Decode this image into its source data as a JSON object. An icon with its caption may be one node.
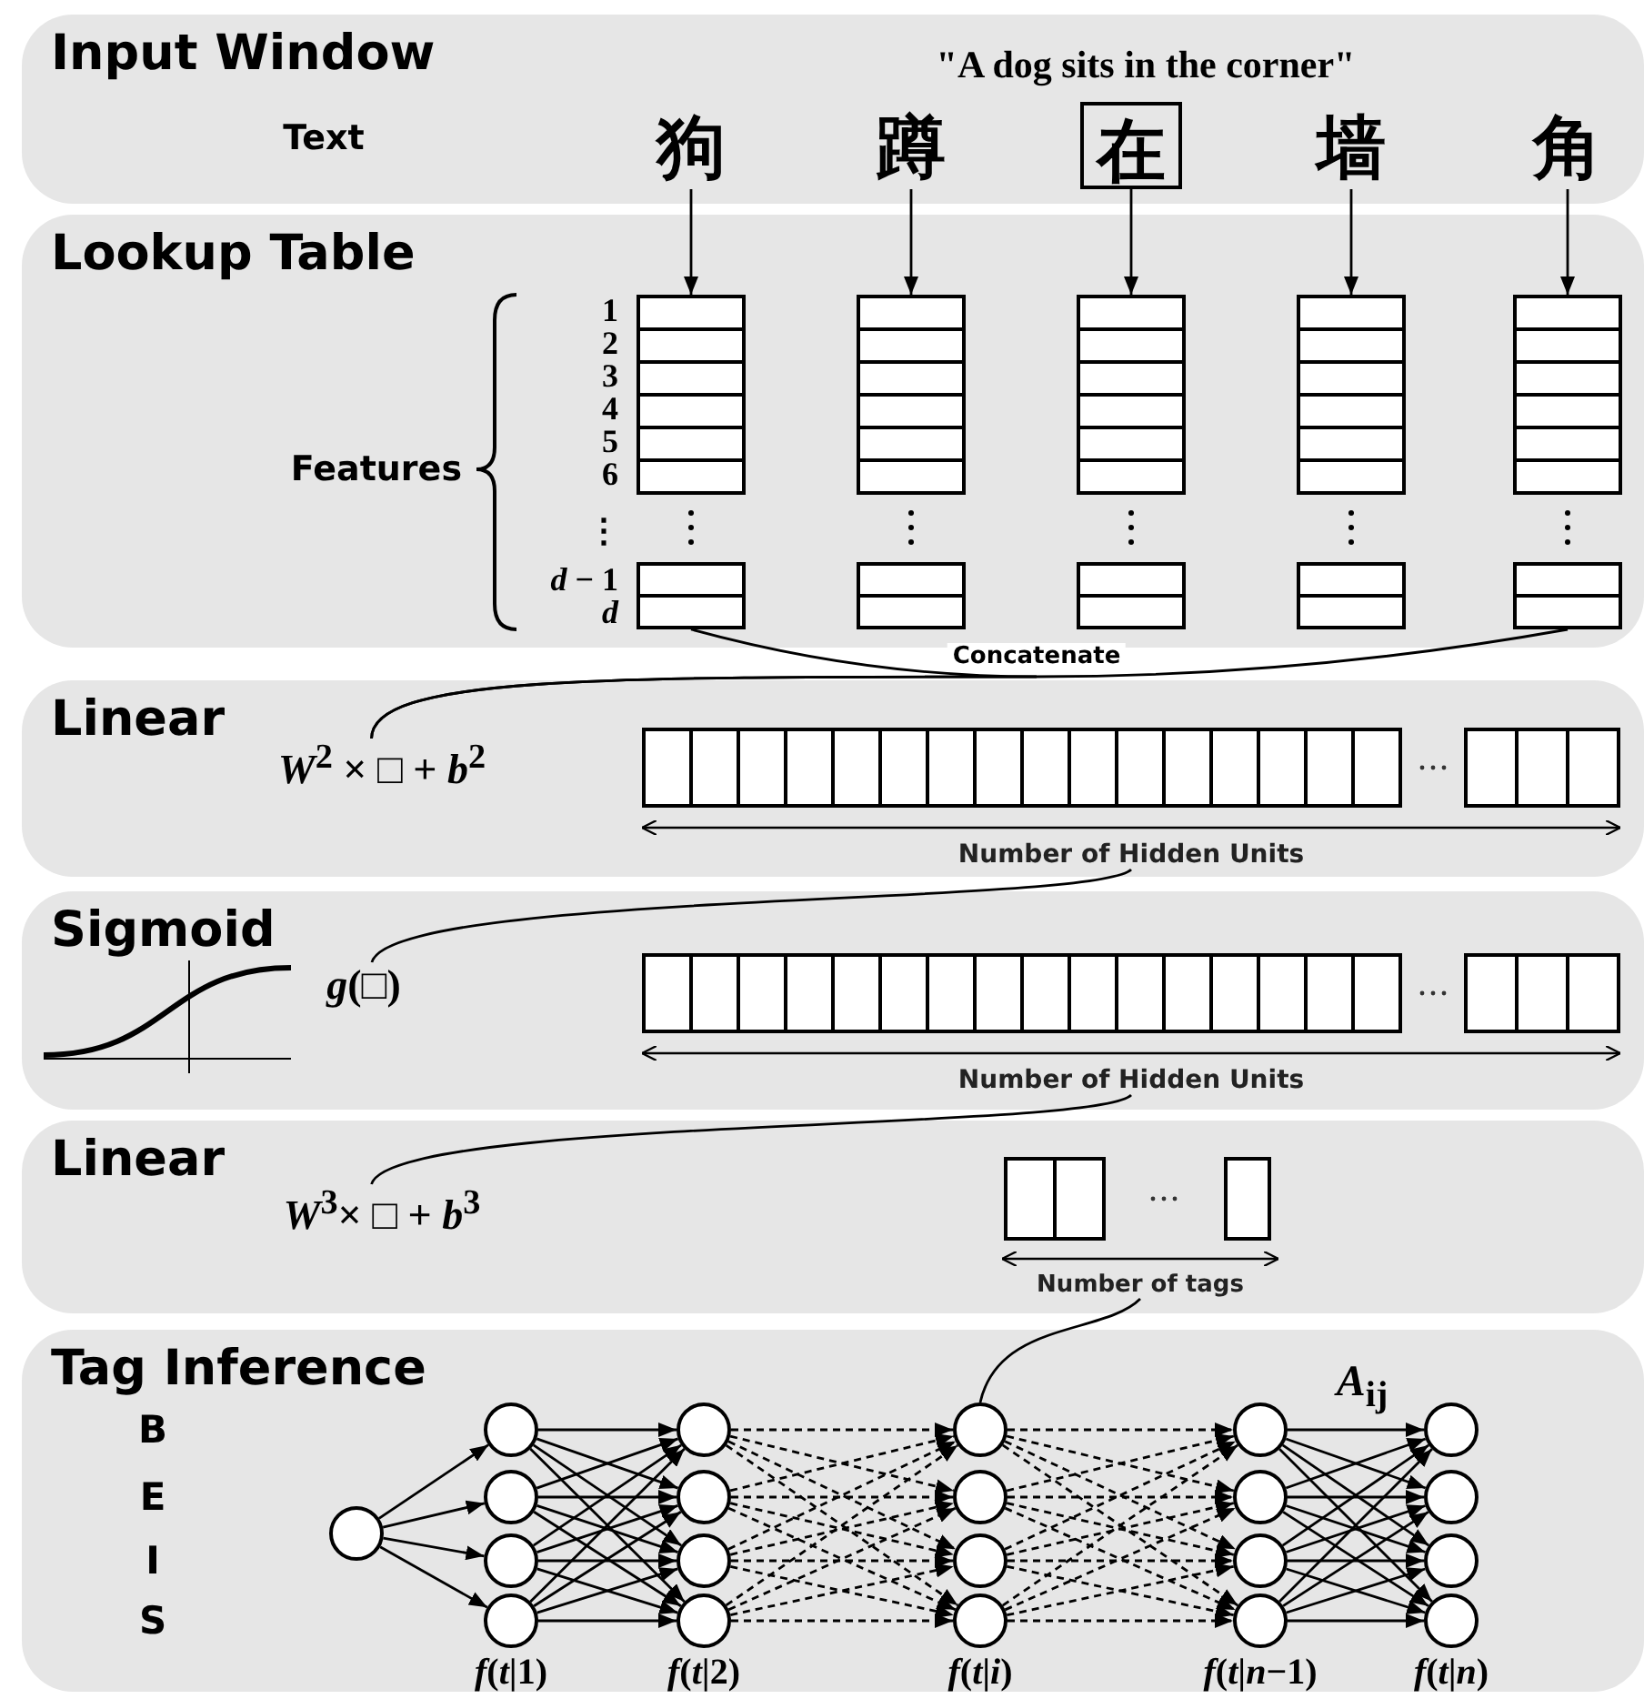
{
  "diagram": {
    "nodes": [
      {
        "text": [
          "Input Window",
          "\"A dog sits in the corner\"",
          "Text"
        ]
      },
      {
        "text": [
          "狗"
        ],
        "in": 0
      },
      {
        "text": [
          "蹲"
        ],
        "in": 0
      },
      {
        "text": [
          "在"
        ],
        "in": 0
      },
      {
        "text": [
          "墙"
        ],
        "in": 0
      },
      {
        "text": [
          "角"
        ],
        "in": 0
      },
      {
        "text": [
          "Lookup Table",
          "Features"
        ]
      },
      {
        "text": [],
        "shape": "box",
        "in": 6,
        "beside": [
          "1",
          "2",
          "3",
          "4",
          "5",
          "6",
          "⋮",
          "*d* − 1",
          "*d*"
        ]
      },
      {
        "text": [],
        "shape": "box",
        "in": 6
      },
      {
        "text": [],
        "shape": "box",
        "in": 6
      },
      {
        "text": [],
        "shape": "box",
        "in": 6
      },
      {
        "text": [],
        "shape": "box",
        "in": 6
      },
      {
        "text": [
          "Linear"
        ]
      },
      {
        "text": [
          "*W*$^{2}$ × □ + *b*$^{2}$"
        ],
        "in": 12
      },
      {
        "text": [
          "Number of Hidden Units"
        ],
        "in": 12
      },
      {
        "text": [
          "Sigmoid"
        ]
      },
      {
        "text": [
          "*g*(□)"
        ],
        "in": 15
      },
      {
        "text": [
          "Number of Hidden Units"
        ],
        "in": 15
      },
      {
        "text": [
          "Linear"
        ]
      },
      {
        "text": [
          "*W*$^{3}$× □ + *b*$^{3}$"
        ],
        "in": 18
      },
      {
        "text": [
          "Number of tags"
        ],
        "in": 18
      },
      {
        "text": [
          "Tag Inference"
        ]
      },
      {
        "text": [],
        "shape": "circle",
        "in": 21
      },
      {
        "text": [],
        "shape": "circle",
        "in": 21
      },
      {
        "text": [],
        "shape": "circle",
        "in": 21
      },
      {
        "text": [],
        "shape": "circle",
        "in": 21
      },
      {
        "text": [],
        "shape": "circle",
        "in": 21
      },
      {
        "text": [],
        "shape": "circle",
        "in": 21
      },
      {
        "text": [],
        "shape": "circle",
        "in": 21
      },
      {
        "text": [],
        "shape": "circle",
        "in": 21
      },
      {
        "text": [],
        "shape": "circle",
        "in": 21
      },
      {
        "text": [],
        "shape": "circle",
        "in": 21
      },
      {
        "text": [],
        "shape": "circle",
        "in": 21
      },
      {
        "text": [],
        "shape": "circle",
        "in": 21
      },
      {
        "text": [],
        "shape": "circle",
        "in": 21
      },
      {
        "text": [],
        "shape": "circle",
        "in": 21
      },
      {
        "text": [],
        "shape": "circle",
        "in": 21
      },
      {
        "text": [],
        "shape": "circle",
        "in": 21
      },
      {
        "text": [],
        "shape": "circle",
        "in": 21
      },
      {
        "text": [],
        "shape": "circle",
        "in": 21
      },
      {
        "text": [],
        "shape": "circle",
        "in": 21
      },
      {
        "text": [],
        "shape": "circle",
        "in": 21
      },
      {
        "text": [],
        "shape": "circle",
        "in": 21
      }
    ],
    "edges": [
      {
        "from": 1,
        "to": 7,
        "arrow": "to"
      },
      {
        "from": 2,
        "to": 8,
        "arrow": "to"
      },
      {
        "from": 3,
        "to": 9,
        "arrow": "to"
      },
      {
        "from": 4,
        "to": 10,
        "arrow": "to"
      },
      {
        "from": 5,
        "to": 11,
        "arrow": "to"
      },
      {
        "from": 7,
        "to": 13,
        "arrow": "none"
      },
      {
        "from": 11,
        "to": 13,
        "arrow": "none"
      },
      {
        "from": 14,
        "to": 16,
        "arrow": "none"
      },
      {
        "from": 17,
        "to": 19,
        "arrow": "none"
      },
      {
        "from": 20,
        "to": 31,
        "arrow": "none"
      },
      {
        "from": 22,
        "to": 23,
        "arrow": "to"
      },
      {
        "from": 22,
        "to": 24,
        "arrow": "to"
      },
      {
        "from": 22,
        "to": 25,
        "arrow": "to"
      },
      {
        "from": 22,
        "to": 26,
        "arrow": "to"
      },
      {
        "from": 23,
        "to": 27,
        "arrow": "to"
      },
      {
        "from": 23,
        "to": 28,
        "arrow": "to"
      },
      {
        "from": 23,
        "to": 29,
        "arrow": "to"
      },
      {
        "from": 23,
        "to": 30,
        "arrow": "to"
      },
      {
        "from": 24,
        "to": 27,
        "arrow": "to"
      },
      {
        "from": 24,
        "to": 28,
        "arrow": "to"
      },
      {
        "from": 24,
        "to": 29,
        "arrow": "to"
      },
      {
        "from": 24,
        "to": 30,
        "arrow": "to"
      },
      {
        "from": 25,
        "to": 27,
        "arrow": "to"
      },
      {
        "from": 25,
        "to": 28,
        "arrow": "to"
      },
      {
        "from": 25,
        "to": 29,
        "arrow": "to"
      },
      {
        "from": 25,
        "to": 30,
        "arrow": "to"
      },
      {
        "from": 26,
        "to": 27,
        "arrow": "to"
      },
      {
        "from": 26,
        "to": 28,
        "arrow": "to"
      },
      {
        "from": 26,
        "to": 29,
        "arrow": "to"
      },
      {
        "from": 26,
        "to": 30,
        "arrow": "to"
      },
      {
        "from": 27,
        "to": 31,
        "arrow": "to",
        "style": "dashed"
      },
      {
        "from": 27,
        "to": 32,
        "arrow": "to",
        "style": "dashed"
      },
      {
        "from": 27,
        "to": 33,
        "arrow": "to",
        "style": "dashed"
      },
      {
        "from": 27,
        "to": 34,
        "arrow": "to",
        "style": "dashed"
      },
      {
        "from": 28,
        "to": 31,
        "arrow": "to",
        "style": "dashed"
      },
      {
        "from": 28,
        "to": 32,
        "arrow": "to",
        "style": "dashed"
      },
      {
        "from": 28,
        "to": 33,
        "arrow": "to",
        "style": "dashed"
      },
      {
        "from": 28,
        "to": 34,
        "arrow": "to",
        "style": "dashed"
      },
      {
        "from": 29,
        "to": 31,
        "arrow": "to",
        "style": "dashed"
      },
      {
        "from": 29,
        "to": 32,
        "arrow": "to",
        "style": "dashed"
      },
      {
        "from": 29,
        "to": 33,
        "arrow": "to",
        "style": "dashed"
      },
      {
        "from": 29,
        "to": 34,
        "arrow": "to",
        "style": "dashed"
      },
      {
        "from": 30,
        "to": 31,
        "arrow": "to",
        "style": "dashed"
      },
      {
        "from": 30,
        "to": 32,
        "arrow": "to",
        "style": "dashed"
      },
      {
        "from": 30,
        "to": 33,
        "arrow": "to",
        "style": "dashed"
      },
      {
        "from": 30,
        "to": 34,
        "arrow": "to",
        "style": "dashed"
      },
      {
        "from": 31,
        "to": 35,
        "arrow": "to",
        "style": "dashed"
      },
      {
        "from": 31,
        "to": 36,
        "arrow": "to",
        "style": "dashed"
      },
      {
        "from": 31,
        "to": 37,
        "arrow": "to",
        "style": "dashed"
      },
      {
        "from": 31,
        "to": 38,
        "arrow": "to",
        "style": "dashed"
      },
      {
        "from": 32,
        "to": 35,
        "arrow": "to",
        "style": "dashed"
      },
      {
        "from": 32,
        "to": 36,
        "arrow": "to",
        "style": "dashed"
      },
      {
        "from": 32,
        "to": 37,
        "arrow": "to",
        "style": "dashed"
      },
      {
        "from": 32,
        "to": 38,
        "arrow": "to",
        "style": "dashed"
      },
      {
        "from": 33,
        "to": 35,
        "arrow": "to",
        "style": "dashed"
      },
      {
        "from": 33,
        "to": 36,
        "arrow": "to",
        "style": "dashed"
      },
      {
        "from": 33,
        "to": 37,
        "arrow": "to",
        "style": "dashed"
      },
      {
        "from": 33,
        "to": 38,
        "arrow": "to",
        "style": "dashed"
      },
      {
        "from": 34,
        "to": 35,
        "arrow": "to",
        "style": "dashed"
      },
      {
        "from": 34,
        "to": 36,
        "arrow": "to",
        "style": "dashed"
      },
      {
        "from": 34,
        "to": 37,
        "arrow": "to",
        "style": "dashed"
      },
      {
        "from": 34,
        "to": 38,
        "arrow": "to",
        "style": "dashed"
      },
      {
        "from": 35,
        "to": 39,
        "arrow": "to"
      },
      {
        "from": 35,
        "to": 40,
        "arrow": "to"
      },
      {
        "from": 35,
        "to": 41,
        "arrow": "to"
      },
      {
        "from": 35,
        "to": 42,
        "arrow": "to"
      },
      {
        "from": 36,
        "to": 39,
        "arrow": "to"
      },
      {
        "from": 36,
        "to": 40,
        "arrow": "to"
      },
      {
        "from": 36,
        "to": 41,
        "arrow": "to"
      },
      {
        "from": 36,
        "to": 42,
        "arrow": "to"
      },
      {
        "from": 37,
        "to": 39,
        "arrow": "to"
      },
      {
        "from": 37,
        "to": 40,
        "arrow": "to"
      },
      {
        "from": 37,
        "to": 41,
        "arrow": "to"
      },
      {
        "from": 37,
        "to": 42,
        "arrow": "to"
      },
      {
        "from": 38,
        "to": 39,
        "arrow": "to"
      },
      {
        "from": 38,
        "to": 40,
        "arrow": "to"
      },
      {
        "from": 38,
        "to": 41,
        "arrow": "to"
      },
      {
        "from": 38,
        "to": 42,
        "arrow": "to"
      }
    ],
    "labels": [
      "Concatenate",
      "*A*$_{ij}$",
      "B",
      "E",
      "I",
      "S",
      "*f*(*t*|1)",
      "*f*(*t*|2)",
      "*f*(*t*|*i*)",
      "*f*(*t*|*n*−1)",
      "*f*(*t*|*n*)"
    ]
  }
}
